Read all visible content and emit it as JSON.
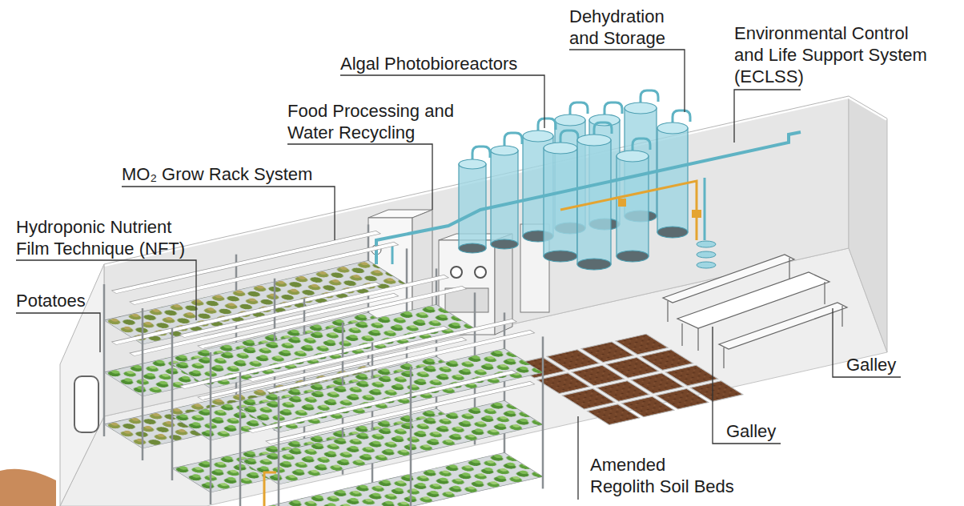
{
  "diagram": {
    "labels": [
      "Dehydration and Storage",
      "Environmental Control and Life Support System (ECLSS)",
      "Algal Photobioreactors",
      "Food Processing and Water Recycling",
      "MO₂ Grow Rack System",
      "Hydroponic Nutrient Film Technique (NFT)",
      "Potatoes",
      "Galley",
      "Galley",
      "Amended Regolith Soil Beds"
    ]
  }
}
